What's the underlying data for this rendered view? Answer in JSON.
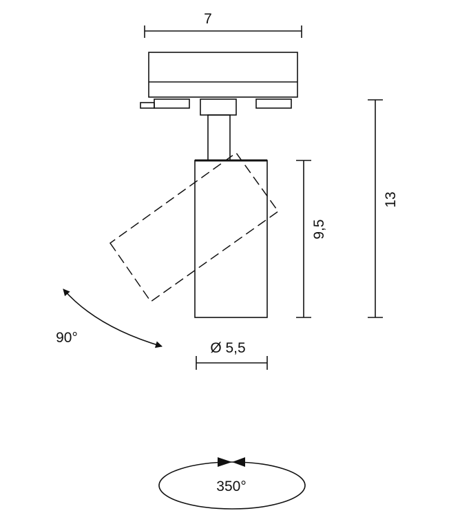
{
  "dimensions": {
    "width_label": "7",
    "height_label": "13",
    "body_height_label": "9,5",
    "diameter_label": "Ø 5,5",
    "tilt_label": "90°",
    "rotation_label": "350°"
  },
  "tilt_angle_deg": 90,
  "rotation_angle_deg": 350
}
